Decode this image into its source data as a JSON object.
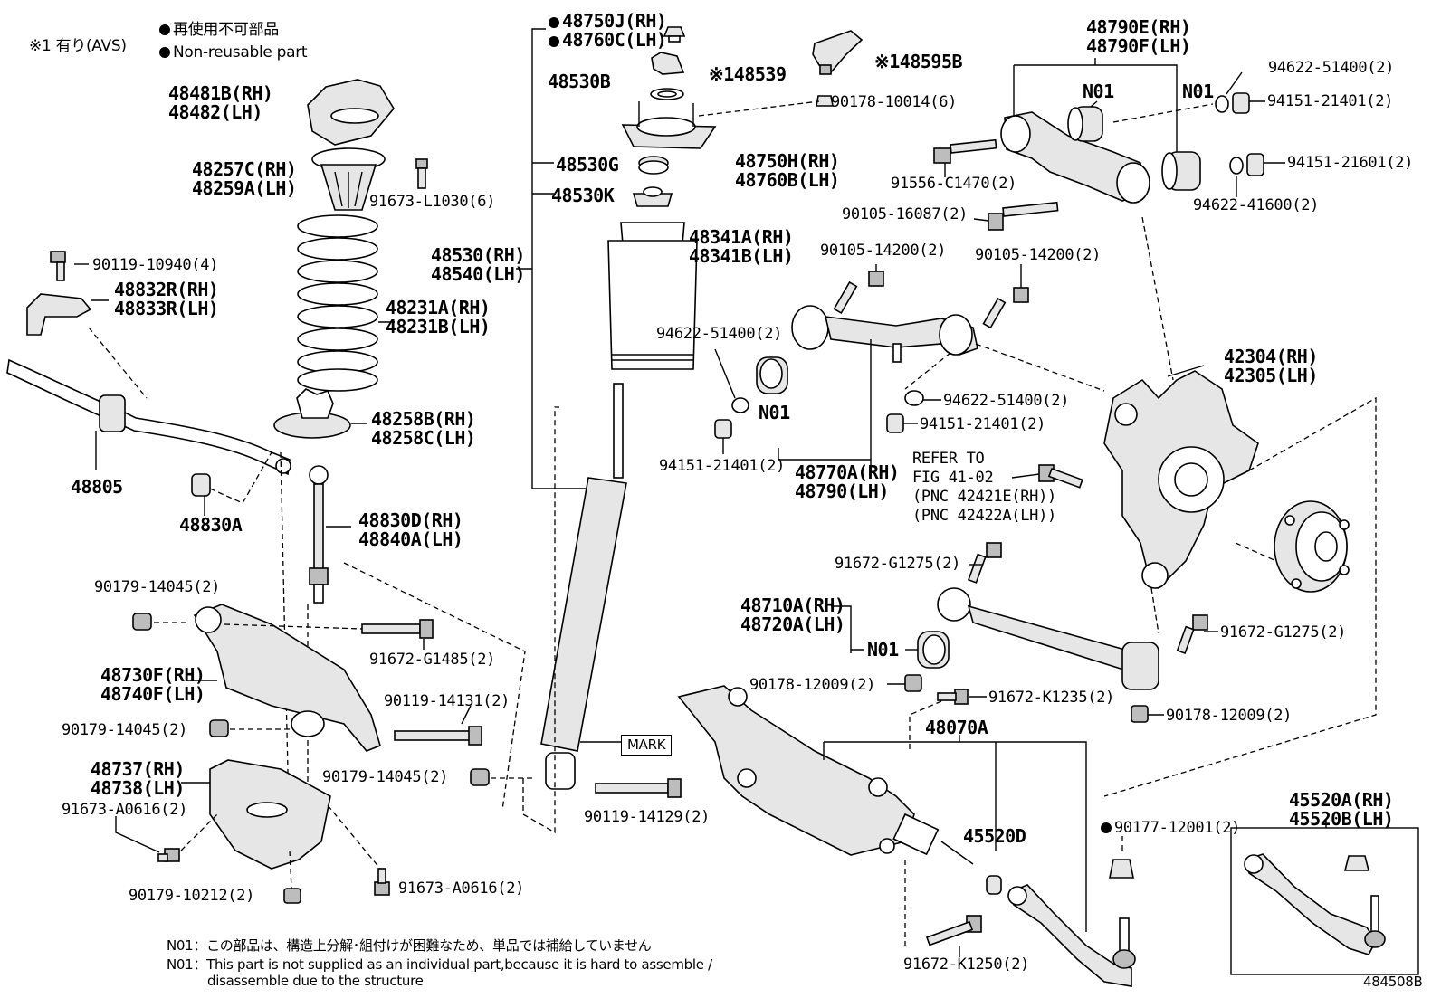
{
  "legend": {
    "note_avs": "※1 有り(AVS)",
    "nonreusable_jp": "再使用不可部品",
    "nonreusable_en": "Non-reusable part"
  },
  "labels": {
    "p48750J": "48750J(RH)",
    "p48760C": "48760C(LH)",
    "p48539": "※148539",
    "p48595B": "※148595B",
    "p48530B": "48530B",
    "p90178_10014": "90178-10014(6)",
    "p48750H": "48750H(RH)",
    "p48760B": "48760B(LH)",
    "p48530G": "48530G",
    "p48530K": "48530K",
    "p48341A": "48341A(RH)",
    "p48341B": "48341B(LH)",
    "p48530": "48530(RH)",
    "p48540": "48540(LH)",
    "p48481B": "48481B(RH)",
    "p48482": "48482(LH)",
    "p48257C": "48257C(RH)",
    "p48259A": "48259A(LH)",
    "p91673_L1030": "91673-L1030(6)",
    "p90119_10940": "90119-10940(4)",
    "p48832R": "48832R(RH)",
    "p48833R": "48833R(LH)",
    "p48231A": "48231A(RH)",
    "p48231B": "48231B(LH)",
    "p48258B": "48258B(RH)",
    "p48258C": "48258C(LH)",
    "p48805": "48805",
    "p48830A": "48830A",
    "p48830D": "48830D(RH)",
    "p48840A": "48840A(LH)",
    "p90179_14045_a": "90179-14045(2)",
    "p91672_G1485": "91672-G1485(2)",
    "p48730F": "48730F(RH)",
    "p48740F": "48740F(LH)",
    "p90119_14131": "90119-14131(2)",
    "p90179_14045_b": "90179-14045(2)",
    "p90179_14045_c": "90179-14045(2)",
    "p48737": "48737(RH)",
    "p48738": "48738(LH)",
    "p91673_A0616_a": "91673-A0616(2)",
    "p90179_10212": "90179-10212(2)",
    "p91673_A0616_b": "91673-A0616(2)",
    "p90119_14129": "90119-14129(2)",
    "mark": "MARK",
    "p48790E": "48790E(RH)",
    "p48790F": "48790F(LH)",
    "n01_a": "N01",
    "n01_b": "N01",
    "p94622_51400_a": "94622-51400(2)",
    "p94151_21401_a": "94151-21401(2)",
    "p94151_21601": "94151-21601(2)",
    "p91556_C1470": "91556-C1470(2)",
    "p94622_41600": "94622-41600(2)",
    "p90105_16087": "90105-16087(2)",
    "p90105_14200_a": "90105-14200(2)",
    "p90105_14200_b": "90105-14200(2)",
    "p94622_51400_b": "94622-51400(2)",
    "n01_c": "N01",
    "p94622_51400_c": "94622-51400(2)",
    "p94151_21401_b": "94151-21401(2)",
    "p94151_21401_c": "94151-21401(2)",
    "p48770A": "48770A(RH)",
    "p48790": "48790(LH)",
    "p42304": "42304(RH)",
    "p42305": "42305(LH)",
    "refer1": "REFER TO",
    "refer2": "FIG 41-02",
    "refer3": "(PNC 42421E(RH))",
    "refer4": "(PNC 42422A(LH))",
    "p91672_G1275_a": "91672-G1275(2)",
    "p48710A": "48710A(RH)",
    "p48720A": "48720A(LH)",
    "n01_d": "N01",
    "p91672_G1275_b": "91672-G1275(2)",
    "p90178_12009_a": "90178-12009(2)",
    "p91672_K1235": "91672-K1235(2)",
    "p90178_12009_b": "90178-12009(2)",
    "p48070A": "48070A",
    "p45520D": "45520D",
    "p90177_12001": "90177-12001(2)",
    "p45520A": "45520A(RH)",
    "p45520B": "45520B(LH)",
    "p91672_K1250": "91672-K1250(2)",
    "diagram_id": "484508B"
  },
  "footnotes": {
    "n01_jp": "N01：この部品は、構造上分解･組付けが困難なため、単品では補給していません",
    "n01_en_1": "N01：This part is not supplied as an individual part,because it is hard to assemble /",
    "n01_en_2": "disassemble due to the structure"
  }
}
